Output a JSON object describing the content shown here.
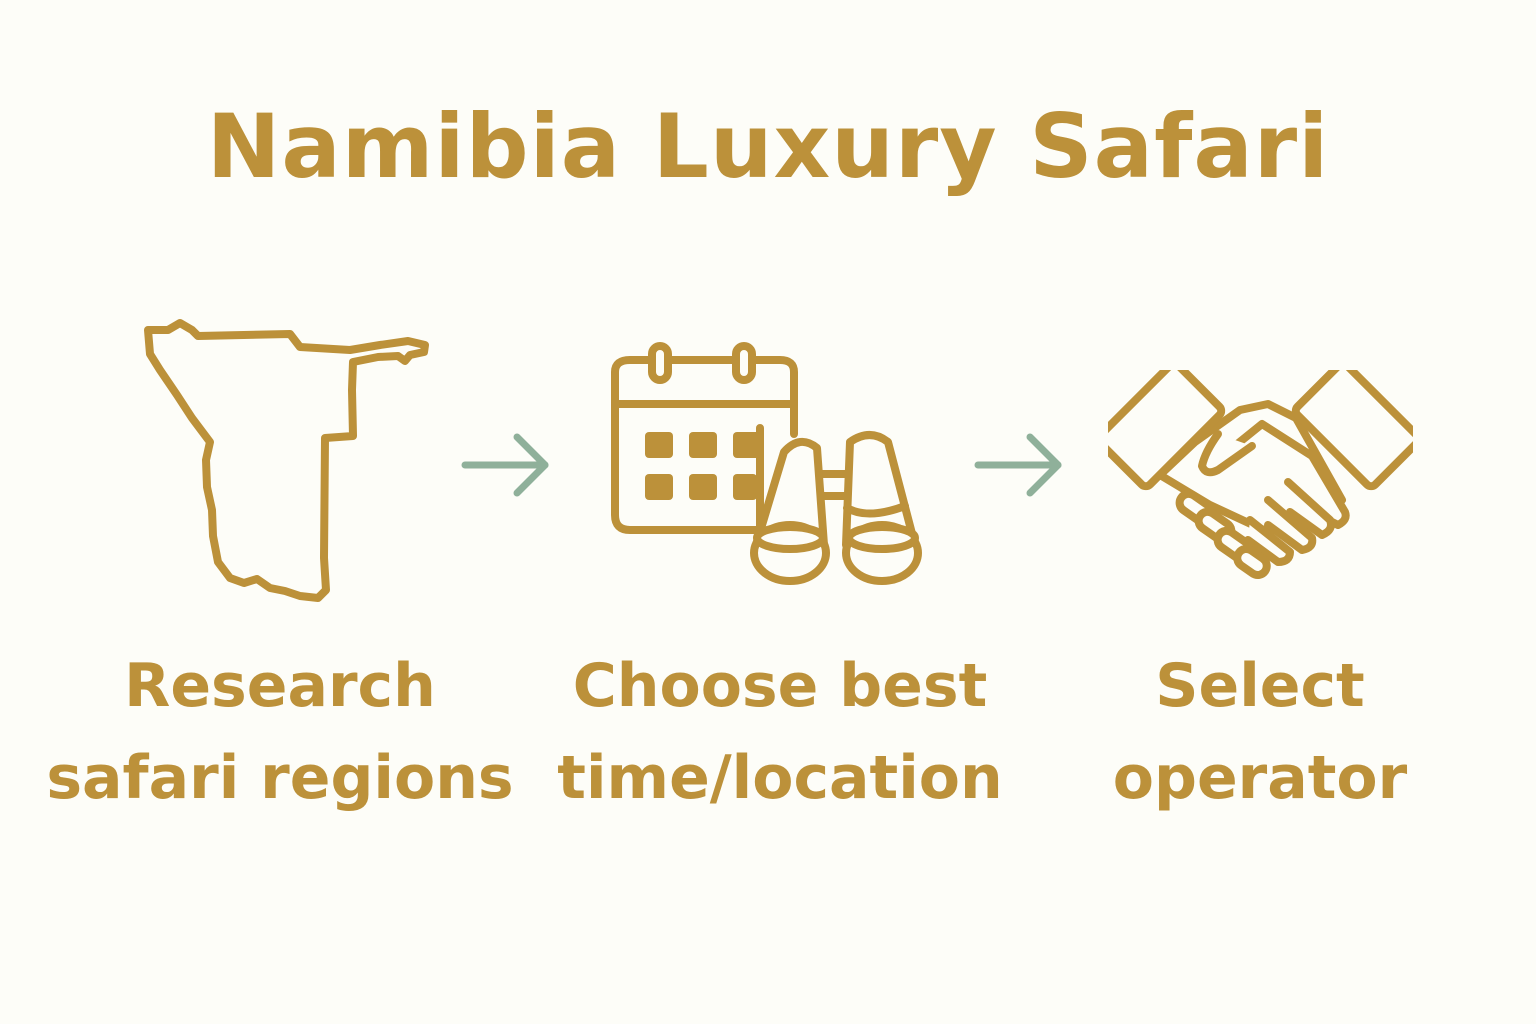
{
  "title": "Namibia Luxury Safari",
  "colors": {
    "gold": "#BC913A",
    "arrow": "#8FB09A",
    "background": "#FDFDF8"
  },
  "steps": [
    {
      "icon": "namibia-map-icon",
      "label_line1": "Research",
      "label_line2": "safari regions"
    },
    {
      "icon": "calendar-binoculars-icon",
      "label_line1": "Choose best",
      "label_line2": "time/location"
    },
    {
      "icon": "handshake-icon",
      "label_line1": "Select",
      "label_line2": "operator"
    }
  ],
  "connectors": [
    "arrow-right-icon",
    "arrow-right-icon"
  ]
}
